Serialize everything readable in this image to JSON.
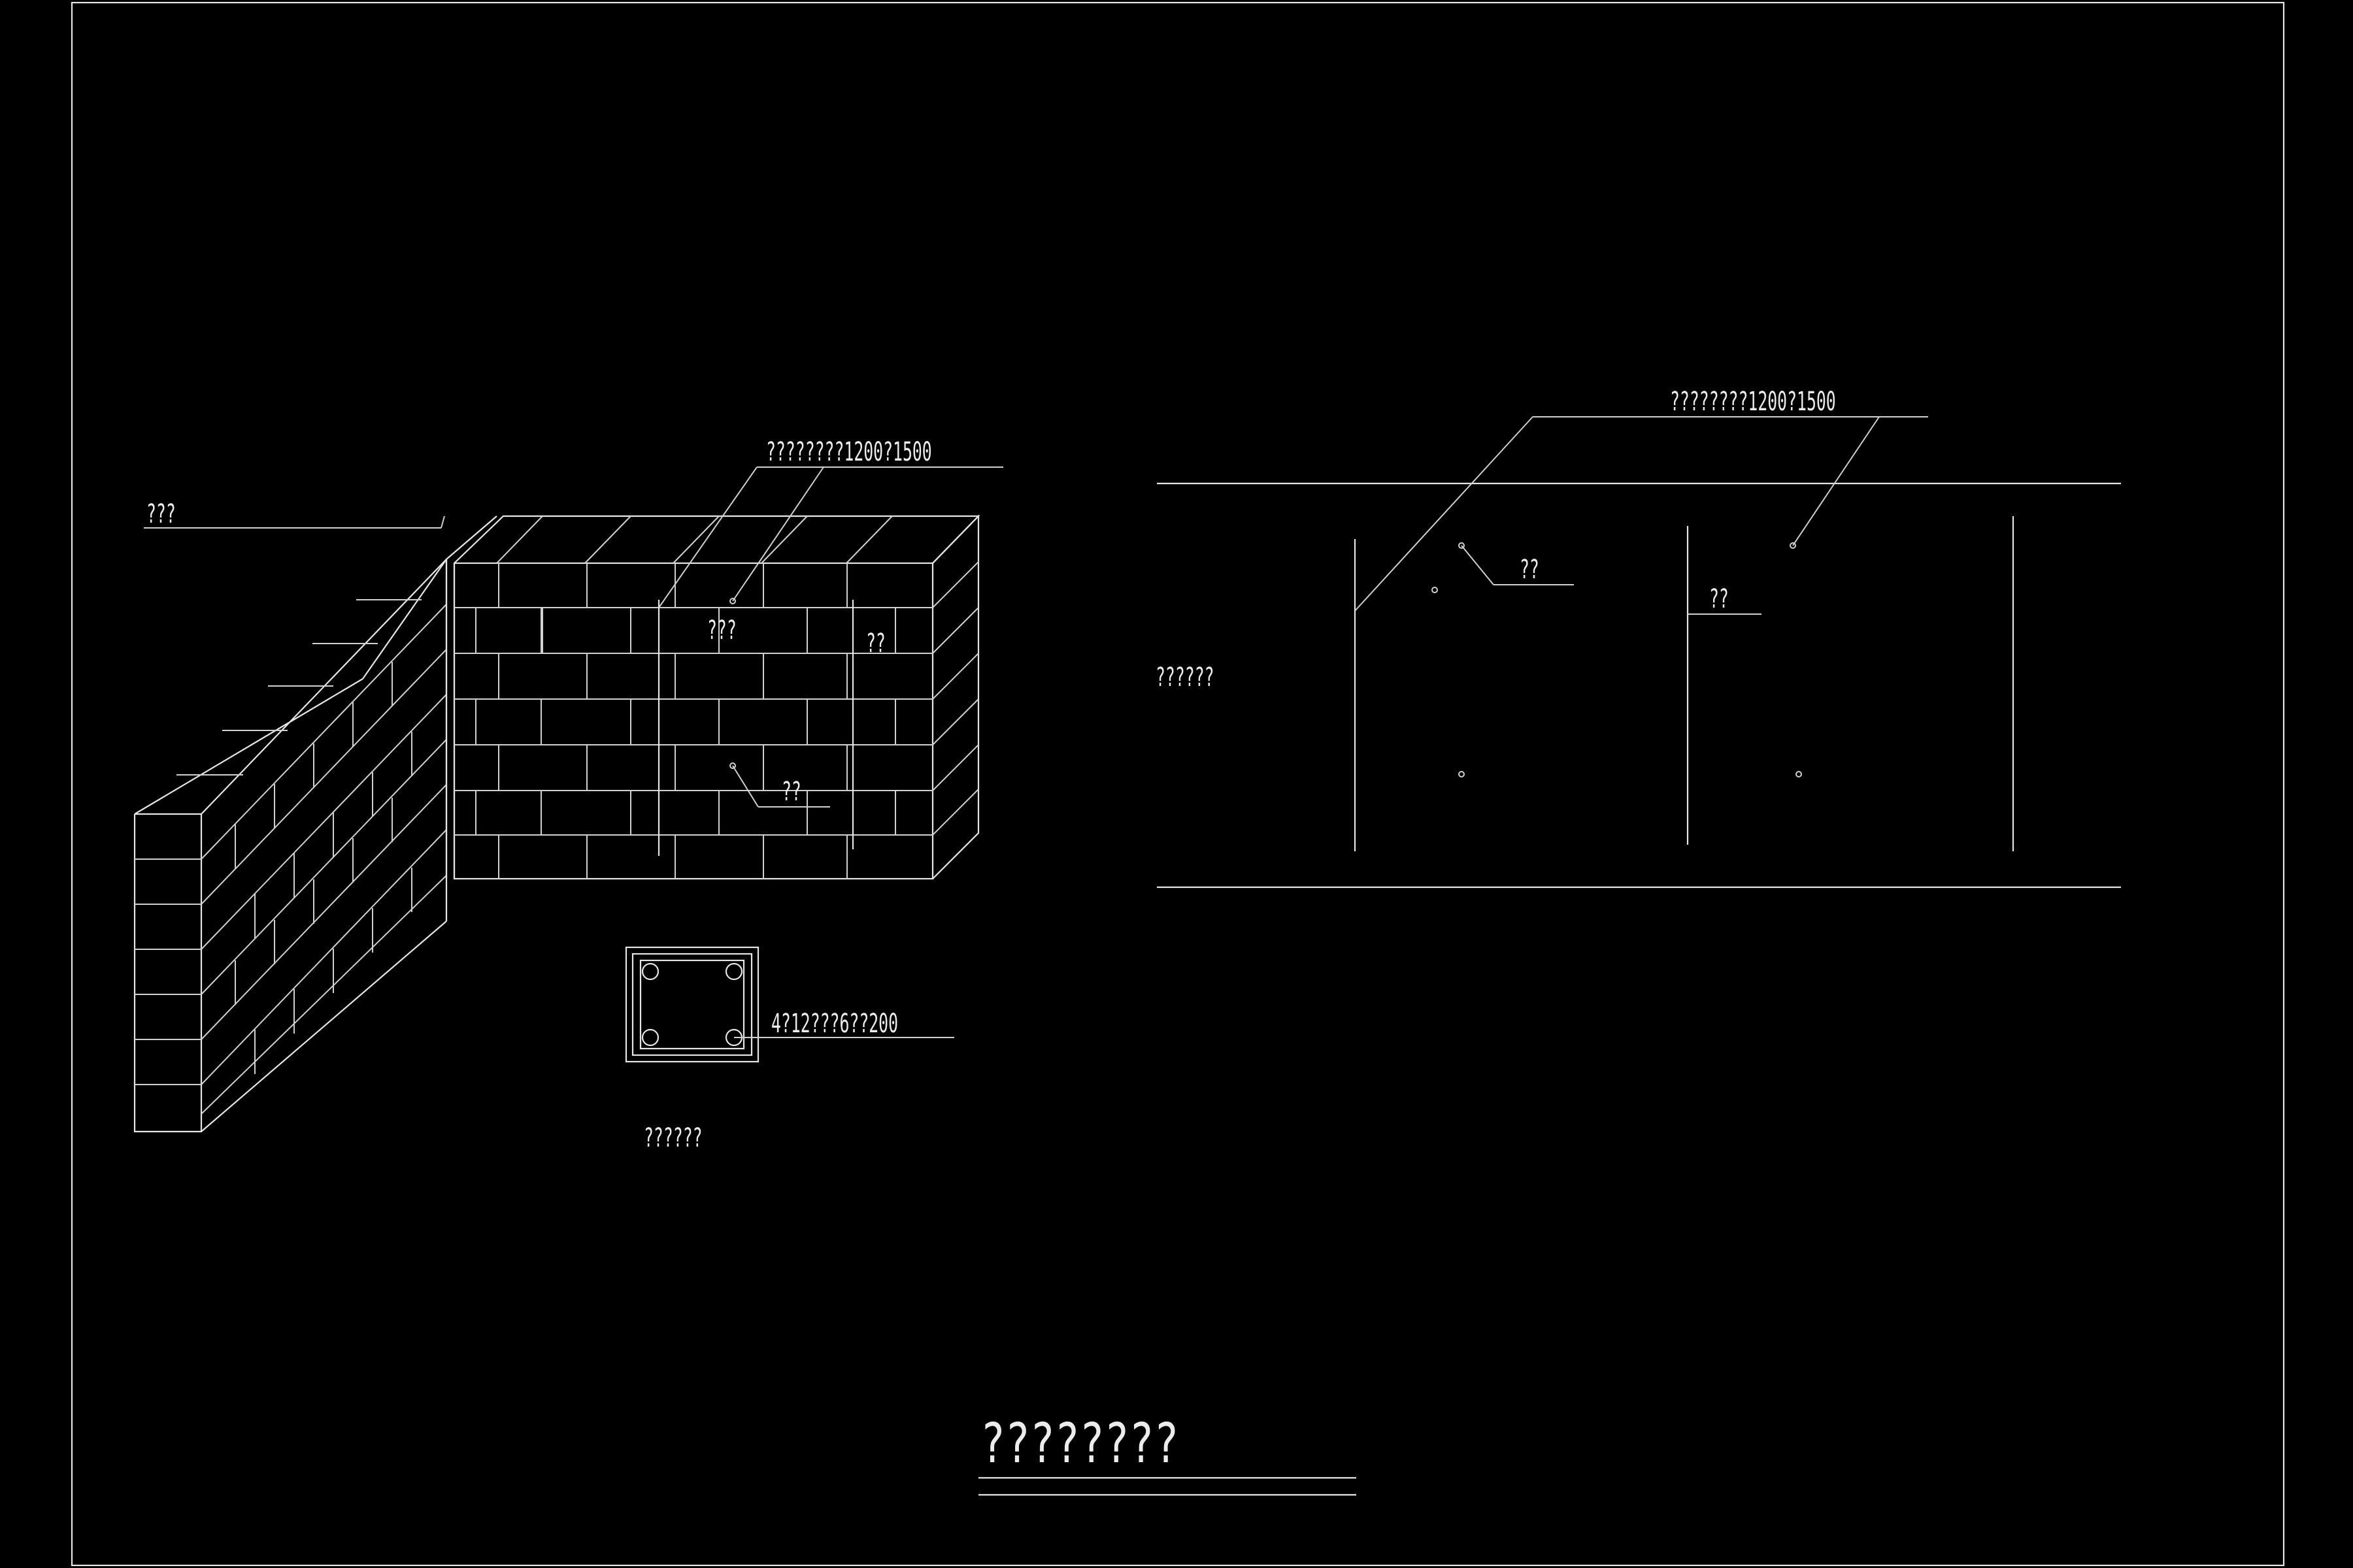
{
  "drawing": {
    "title": "????????",
    "left_view": {
      "label_wall": "???",
      "label_tie_spacing": "????????1200?1500",
      "label_tie_bar": "???",
      "label_column": "??",
      "label_rebar": "??",
      "section_spec": "4?12???6??200",
      "section_caption": "??????"
    },
    "right_view": {
      "label_tie_spacing": "????????1200?1500",
      "label_rebar": "??",
      "label_column": "??",
      "label_elevation": "??????"
    }
  }
}
